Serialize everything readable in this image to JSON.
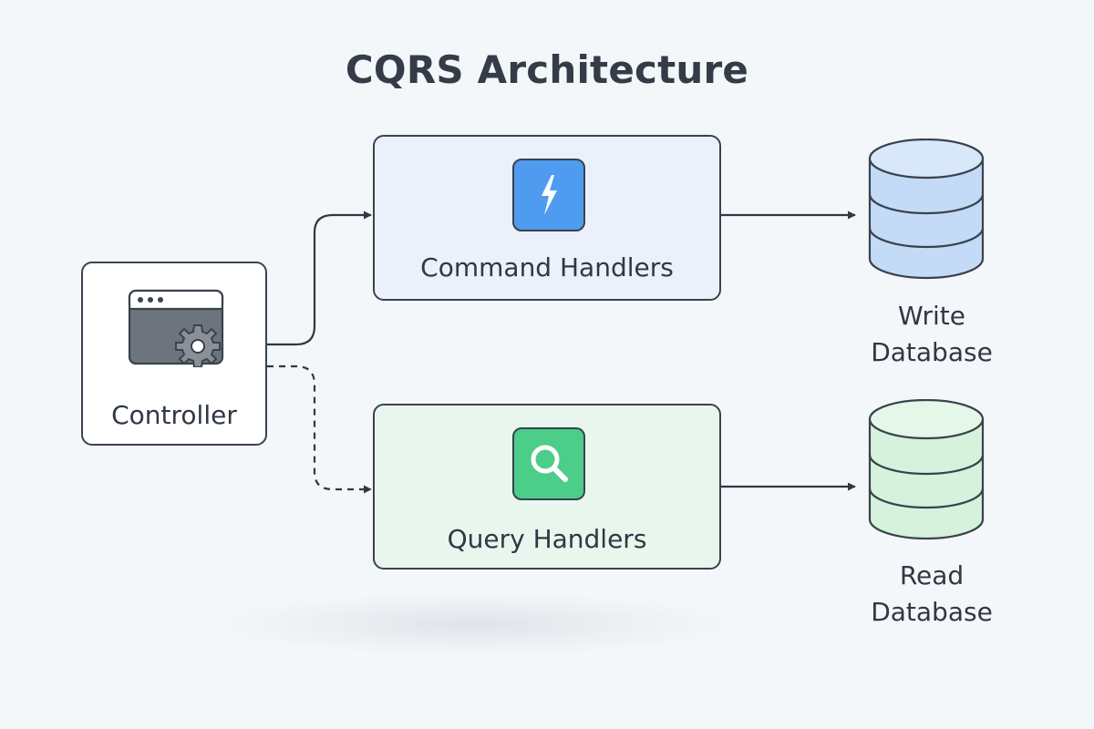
{
  "diagram": {
    "title": "CQRS Architecture",
    "nodes": {
      "controller": {
        "label": "Controller",
        "icon": "window-gear-icon"
      },
      "command_handlers": {
        "label": "Command Handlers",
        "icon": "lightning-bolt-icon",
        "color": "#4e9bef",
        "fill": "#eaf1fb"
      },
      "query_handlers": {
        "label": "Query Handlers",
        "icon": "magnifier-icon",
        "color": "#4ccd8a",
        "fill": "#e9f6ee"
      },
      "write_database": {
        "label_line1": "Write",
        "label_line2": "Database",
        "icon": "database-icon",
        "color": "#c3dbf7"
      },
      "read_database": {
        "label_line1": "Read",
        "label_line2": "Database",
        "icon": "database-icon",
        "color": "#d6f2dd"
      }
    },
    "edges": [
      {
        "from": "controller",
        "to": "command_handlers",
        "style": "solid"
      },
      {
        "from": "controller",
        "to": "query_handlers",
        "style": "dashed"
      },
      {
        "from": "command_handlers",
        "to": "write_database",
        "style": "solid"
      },
      {
        "from": "query_handlers",
        "to": "read_database",
        "style": "solid"
      }
    ]
  }
}
